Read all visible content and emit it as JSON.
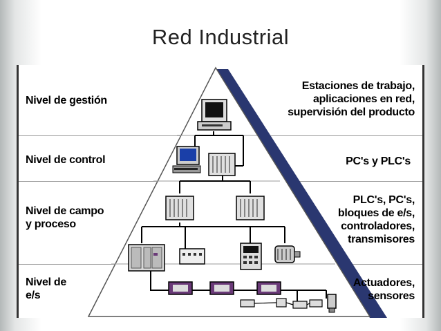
{
  "slide": {
    "title": "Red  Industrial"
  },
  "levels": [
    {
      "name": "Nivel de gestión",
      "description": "Estaciones de trabajo,\naplicaciones en red,\nsupervisión del producto"
    },
    {
      "name": "Nivel de control",
      "description": "PC's y PLC's"
    },
    {
      "name": "Nivel de campo\ny proceso",
      "description": "PLC's, PC's,\nbloques de e/s,\ncontroladores,\ntransmisores"
    },
    {
      "name": "Nivel de\ne/s",
      "description": "Actuadores,\nsensores"
    }
  ],
  "device_icons": {
    "management": [
      "workstation-icon"
    ],
    "control": [
      "pc-icon",
      "plc-icon"
    ],
    "field": [
      "plc-icon",
      "plc-icon",
      "plc-rack-icon",
      "io-module-icon",
      "controller-icon",
      "motor-icon"
    ],
    "io": [
      "io-block-icon",
      "io-block-icon",
      "io-block-icon",
      "actuator-icon",
      "sensor-icon"
    ]
  },
  "colors": {
    "pyramid_shadow": "#2a3770",
    "pyramid_outline": "#555555",
    "level_divider": "#9a9a9a",
    "device_screen": "#1a3fa8",
    "io_block": "#6a3a78"
  }
}
